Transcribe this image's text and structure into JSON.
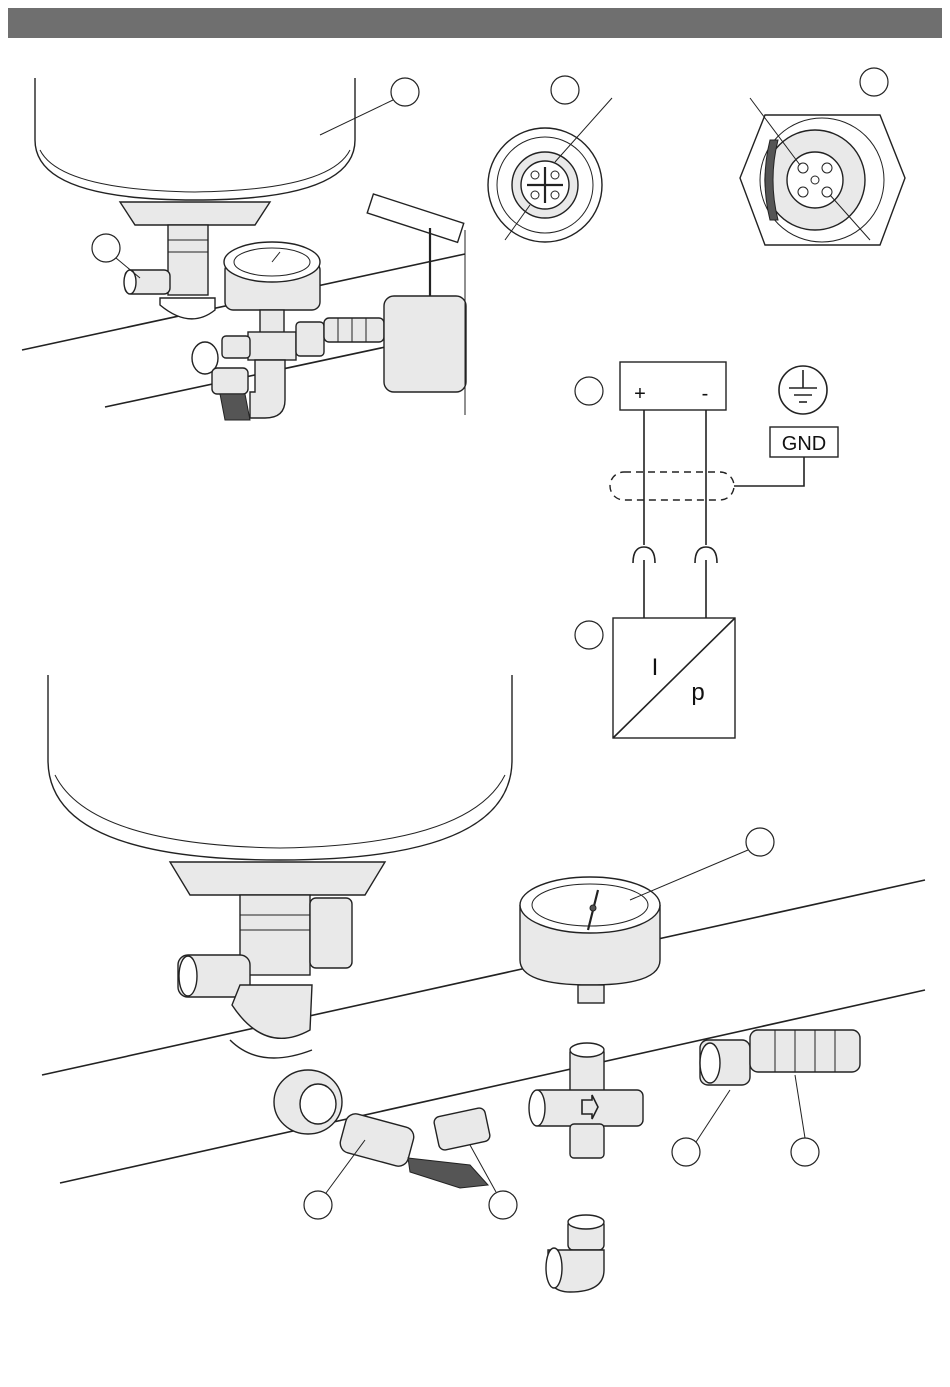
{
  "schematic": {
    "plus_label": "+",
    "minus_label": "-",
    "gnd_label": "GND",
    "transducer_input_label": "I",
    "transducer_output_label": "p"
  },
  "colors": {
    "header_bar": "#6f6f6f",
    "line": "#222222",
    "shading": "#e9e9e9"
  },
  "icons": [
    "ground-icon",
    "pressure-gauge-icon",
    "ball-valve-icon",
    "connector-pinout-icon"
  ]
}
